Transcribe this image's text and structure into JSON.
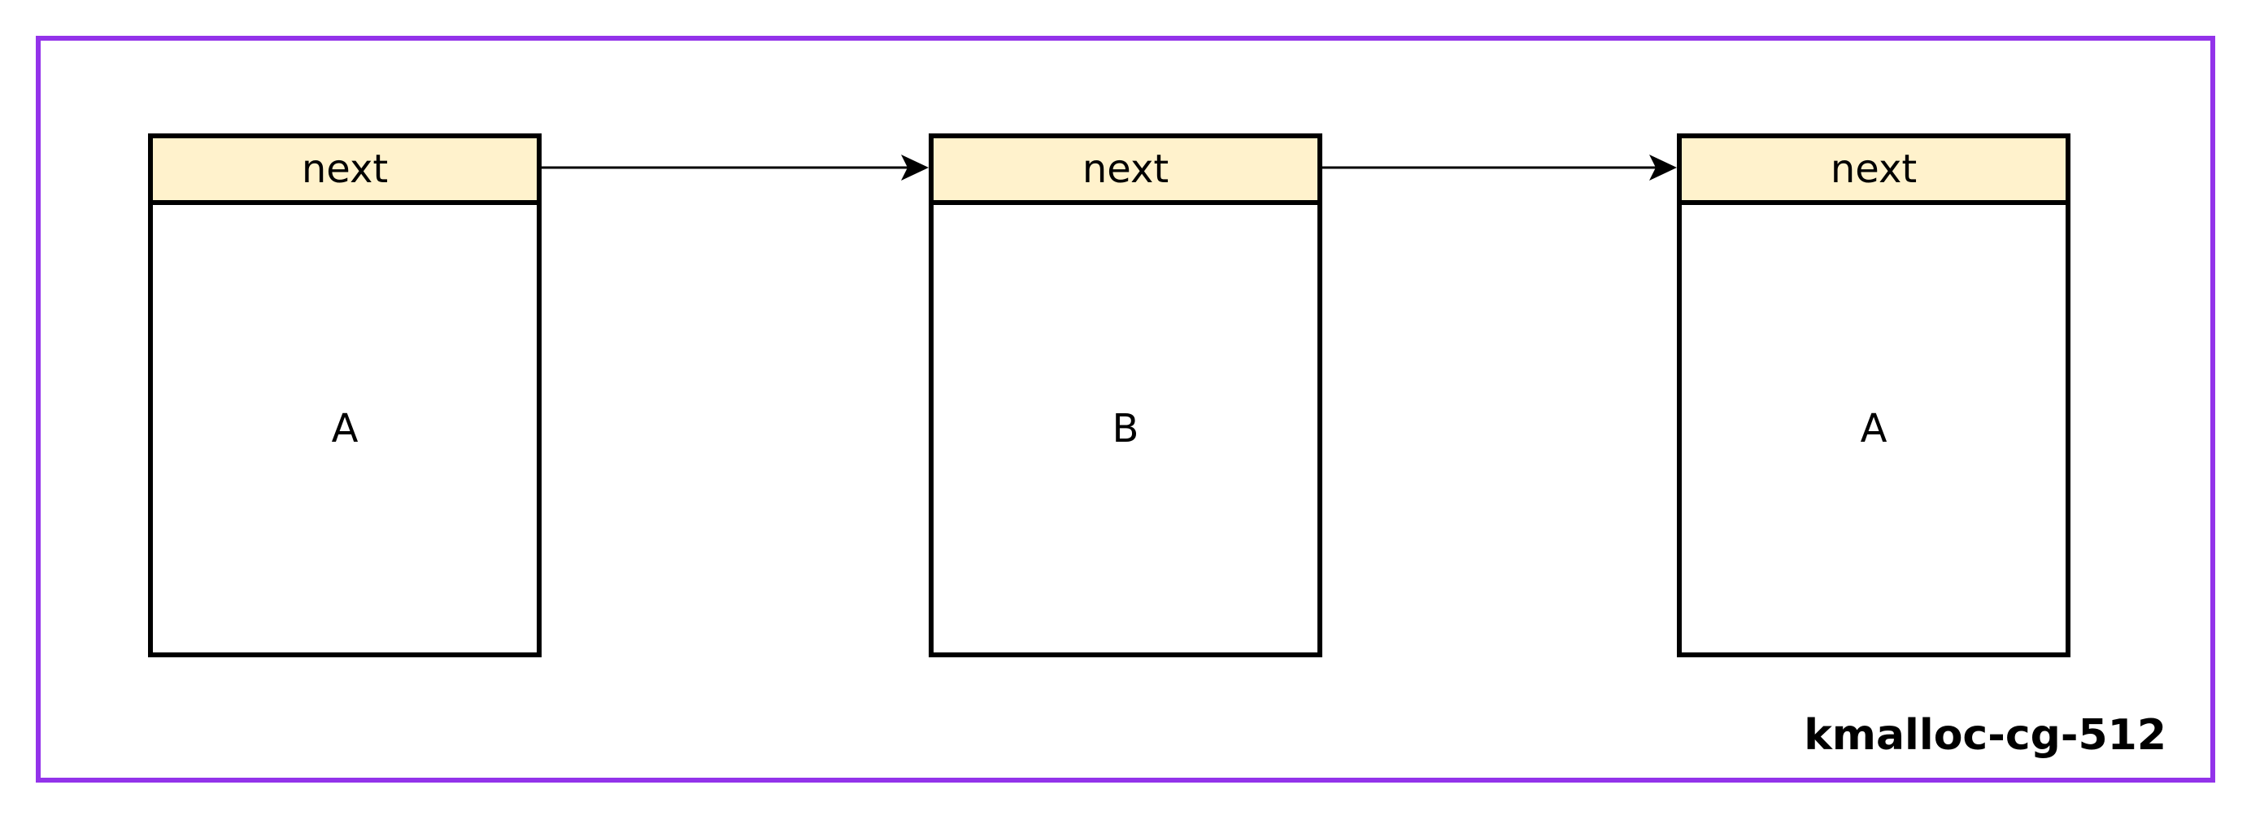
{
  "diagram": {
    "frame_color": "#9333ea",
    "header_color": "#fff2cc",
    "cache_label": "kmalloc-cg-512",
    "nodes": [
      {
        "header": "next",
        "body": "A"
      },
      {
        "header": "next",
        "body": "B"
      },
      {
        "header": "next",
        "body": "A"
      }
    ],
    "edges": [
      {
        "from": 0,
        "to": 1
      },
      {
        "from": 1,
        "to": 2
      }
    ]
  }
}
